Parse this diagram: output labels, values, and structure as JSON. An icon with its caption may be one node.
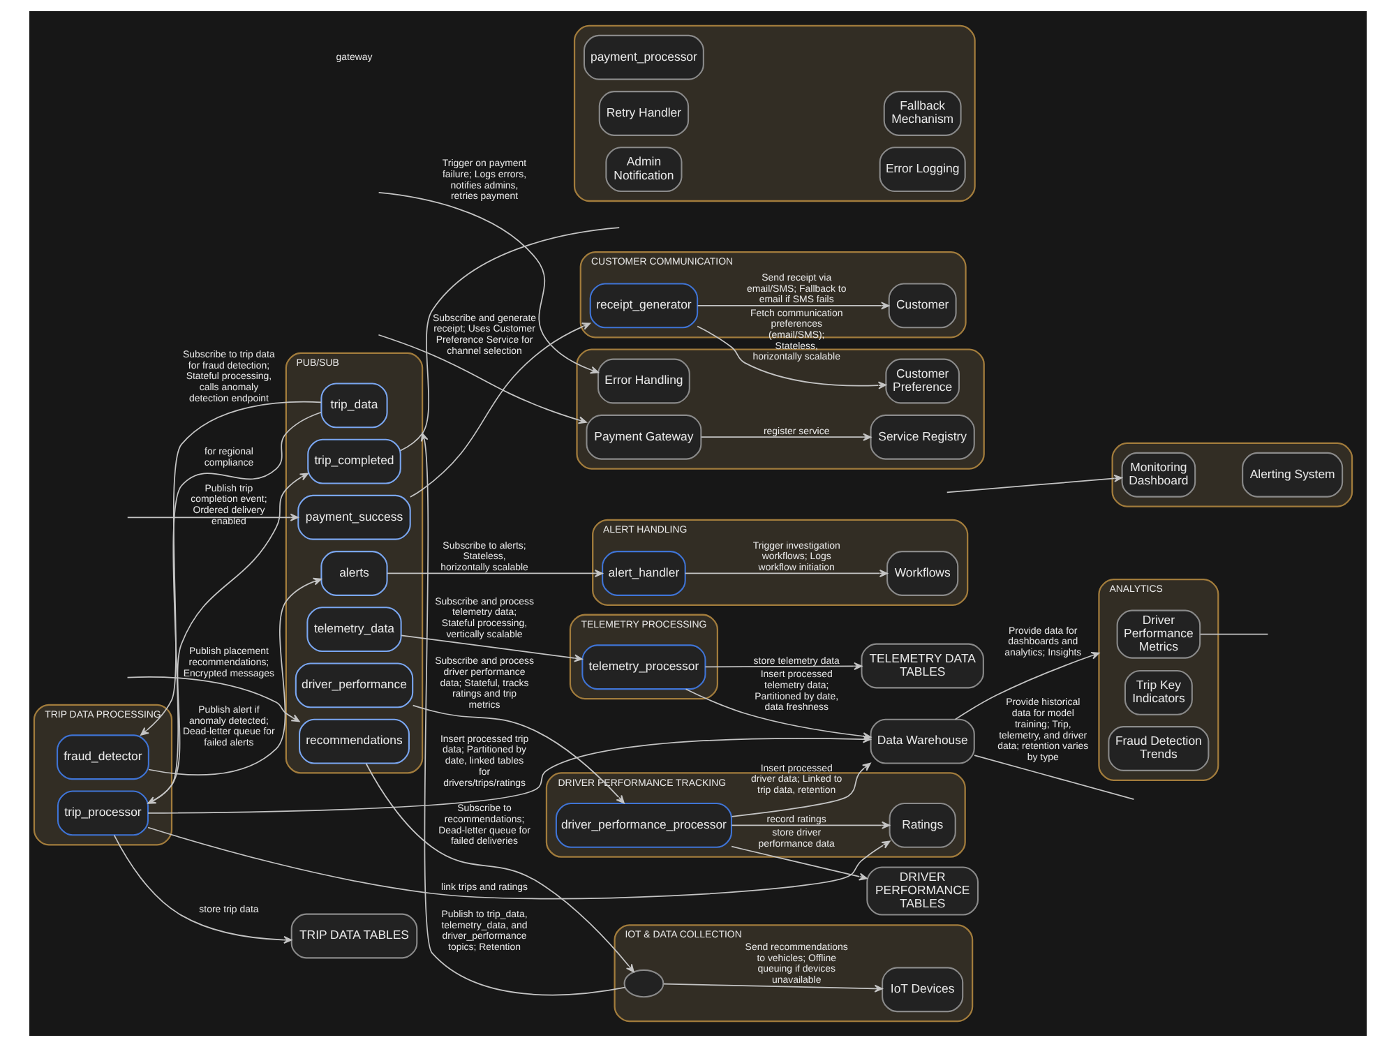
{
  "diagram": {
    "nodes": [
      {
        "text": [],
        "shape": "box"
      },
      {
        "text": [
          "payment_processor"
        ],
        "in": 0
      },
      {
        "text": [
          "Retry Handler"
        ],
        "in": 0
      },
      {
        "text": [
          "Fallback Mechanism"
        ],
        "in": 0
      },
      {
        "text": [
          "Admin Notification"
        ],
        "in": 0
      },
      {
        "text": [
          "Error Logging"
        ],
        "in": 0
      },
      {
        "text": [],
        "shape": "box"
      },
      {
        "text": [
          "Payment Gateway"
        ],
        "in": 6
      },
      {
        "text": [
          "Service Registry"
        ],
        "in": 6
      },
      {
        "text": [
          "Error Handling"
        ],
        "in": 6
      },
      {
        "text": [
          "Customer Preference"
        ],
        "in": 6
      },
      {
        "text": [],
        "shape": "box"
      },
      {
        "text": [
          "Monitoring Dashboard"
        ],
        "in": 11
      },
      {
        "text": [
          "Alerting System"
        ],
        "in": 11
      },
      {
        "text": [
          "PUB/SUB"
        ]
      },
      {
        "text": [
          "trip_data"
        ],
        "in": 14
      },
      {
        "text": [
          "trip_completed"
        ],
        "in": 14
      },
      {
        "text": [
          "payment_success"
        ],
        "in": 14
      },
      {
        "text": [
          "alerts"
        ],
        "in": 14
      },
      {
        "text": [
          "telemetry_data"
        ],
        "in": 14
      },
      {
        "text": [
          "recommendations"
        ],
        "in": 14
      },
      {
        "text": [
          "driver_performance"
        ],
        "in": 14
      },
      {
        "text": [
          "CUSTOMER COMMUNICATION"
        ]
      },
      {
        "text": [
          "receipt_generator"
        ],
        "in": 22
      },
      {
        "text": [
          "Customer"
        ],
        "in": 22
      },
      {
        "text": [
          "ALERT HANDLING"
        ]
      },
      {
        "text": [
          "alert_handler"
        ],
        "in": 25
      },
      {
        "text": [
          "Workflows"
        ],
        "in": 25
      },
      {
        "text": [
          "TELEMETRY PROCESSING"
        ]
      },
      {
        "text": [
          "telemetry_processor"
        ],
        "in": 28
      },
      {
        "text": [
          "TELEMETRY DATA TABLES"
        ]
      },
      {
        "text": [
          "IOT & DATA COLLECTION"
        ]
      },
      {
        "text": [],
        "shape": "cloud",
        "in": 31
      },
      {
        "text": [
          "IoT Devices"
        ],
        "in": 31
      },
      {
        "text": [
          "Data Warehouse"
        ]
      },
      {
        "text": [
          "TRIP DATA PROCESSING"
        ]
      },
      {
        "text": [
          "fraud_detector"
        ],
        "in": 35
      },
      {
        "text": [
          "trip_processor"
        ],
        "in": 35
      },
      {
        "text": [
          "ANALYTICS"
        ]
      },
      {
        "text": [
          "Driver Performance Metrics"
        ],
        "in": 38
      },
      {
        "text": [
          "Trip Key Indicators"
        ],
        "in": 38
      },
      {
        "text": [
          "Fraud Detection Trends"
        ],
        "in": 38
      },
      {
        "text": [
          "TRIP DATA TABLES"
        ]
      },
      {
        "text": [
          "DRIVER PERFORMANCE TRACKING"
        ]
      },
      {
        "text": [
          "driver_performance_processor"
        ],
        "in": 43
      },
      {
        "text": [
          "Ratings"
        ],
        "in": 43
      },
      {
        "text": [
          "DRIVER PERFORMANCE TABLES"
        ]
      }
    ],
    "edges": [
      {
        "from": 15,
        "to": 36,
        "arrow": "to",
        "label": "Subscribe to trip data for fraud detection; Stateful processing, calls anomaly detection endpoint"
      },
      {
        "from": 15,
        "to": 37,
        "arrow": "to",
        "label": "for regional compliance"
      },
      {
        "from": 16,
        "to": null,
        "arrow": "none"
      },
      {
        "from": null,
        "to": 17,
        "arrow": "to"
      },
      {
        "from": 17,
        "to": 23,
        "arrow": "to",
        "label": "Subscribe and generate receipt; Uses Customer Preference Service for channel selection"
      },
      {
        "from": 37,
        "to": 16,
        "arrow": "to",
        "label": "Publish trip completion event; Ordered delivery enabled"
      },
      {
        "from": 36,
        "to": 18,
        "arrow": "to",
        "label": "Publish alert if anomaly detected; Dead-letter queue for failed alerts"
      },
      {
        "from": 18,
        "to": 26,
        "arrow": "to",
        "label": "Subscribe to alerts; Stateless, horizontally scalable"
      },
      {
        "from": 19,
        "to": 29,
        "arrow": "to",
        "label": "Subscribe and process telemetry data; Stateful processing, vertically scalable"
      },
      {
        "from": 20,
        "to": 32,
        "arrow": "to",
        "label": "Subscribe to recommendations; Dead-letter queue for failed deliveries"
      },
      {
        "from": 32,
        "to": 14,
        "arrow": "to",
        "label": "Publish to trip_data, telemetry_data, and driver_performance topics; Retention"
      },
      {
        "from": null,
        "to": 20,
        "arrow": "to",
        "label": "Publish placement recommendations; Encrypted messages"
      },
      {
        "from": 21,
        "to": 44,
        "arrow": "to",
        "label": "Subscribe and process driver performance data; Stateful, tracks ratings and trip metrics"
      },
      {
        "from": 23,
        "to": 24,
        "arrow": "to",
        "label": "Send receipt via email/SMS; Fallback to email if SMS fails"
      },
      {
        "from": 23,
        "to": 10,
        "arrow": "to",
        "label": "Fetch communication preferences (email/SMS); Stateless, horizontally scalable"
      },
      {
        "from": 26,
        "to": 27,
        "arrow": "to",
        "label": "Trigger investigation workflows; Logs workflow initiation"
      },
      {
        "from": 29,
        "to": 30,
        "arrow": "to",
        "label": "store telemetry data"
      },
      {
        "from": 29,
        "to": 34,
        "arrow": "to",
        "label": "Insert processed telemetry data; Partitioned by date, data freshness"
      },
      {
        "from": 32,
        "to": 33,
        "arrow": "to",
        "label": "Send recommendations to vehicles; Offline queuing if devices unavailable"
      },
      {
        "from": 37,
        "to": 34,
        "arrow": "to",
        "label": "Insert processed trip data; Partitioned by date, linked tables for drivers/trips/ratings"
      },
      {
        "from": 37,
        "to": 42,
        "arrow": "to",
        "label": "store trip data"
      },
      {
        "from": 37,
        "to": 45,
        "arrow": "to",
        "label": "link trips and ratings"
      },
      {
        "from": 44,
        "to": 34,
        "arrow": "to",
        "label": "Insert processed driver data; Linked to trip data, retention"
      },
      {
        "from": 44,
        "to": 46,
        "arrow": "to",
        "label": "store driver performance data"
      },
      {
        "from": 44,
        "to": 45,
        "arrow": "to",
        "label": "record ratings"
      },
      {
        "from": 34,
        "to": null,
        "arrow": "none",
        "label": "Provide historical data for model training; Trip, telemetry, and driver data; retention varies by type"
      },
      {
        "from": 34,
        "to": 38,
        "arrow": "to",
        "label": "Provide data for dashboards and analytics; Insights"
      },
      {
        "from": 39,
        "to": null,
        "arrow": "none"
      },
      {
        "from": null,
        "to": 9,
        "arrow": "to",
        "label": "Trigger on payment failure; Logs errors, notifies admins, retries payment"
      },
      {
        "from": null,
        "to": 7,
        "arrow": "to"
      },
      {
        "from": 7,
        "to": 8,
        "arrow": "to",
        "label": "register service"
      },
      {
        "from": null,
        "to": 12,
        "arrow": "to"
      }
    ],
    "labels": [
      "gateway"
    ]
  }
}
